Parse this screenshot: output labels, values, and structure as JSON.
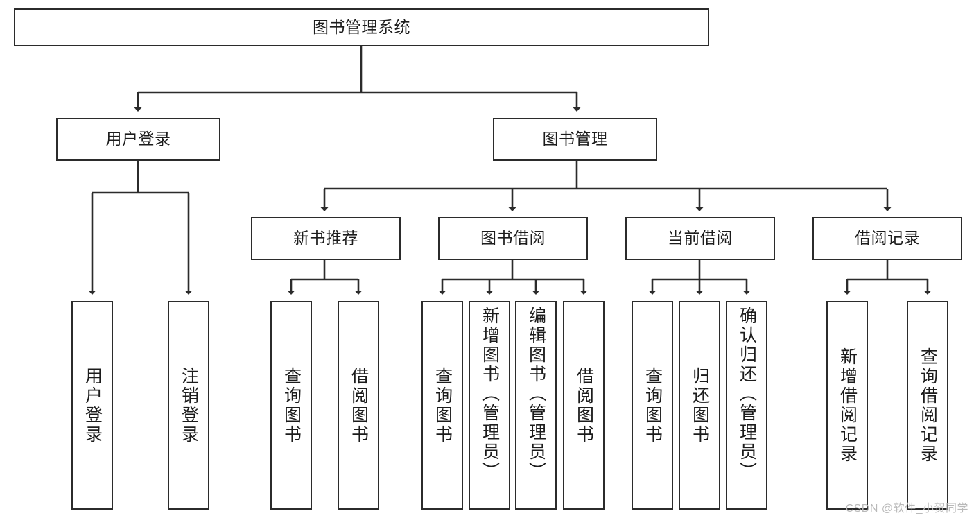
{
  "diagram": {
    "title": "图书管理系统",
    "type": "tree-hierarchy",
    "colors": {
      "box_border": "#2b2b2b",
      "box_fill": "#ffffff",
      "connector": "#2b2b2b",
      "text": "#1c1c1c",
      "background": "#ffffff",
      "watermark": "#b9b9b9"
    },
    "root": {
      "label": "图书管理系统"
    },
    "level1": [
      {
        "label": "用户登录"
      },
      {
        "label": "图书管理"
      }
    ],
    "level2": [
      {
        "label": "新书推荐"
      },
      {
        "label": "图书借阅"
      },
      {
        "label": "当前借阅"
      },
      {
        "label": "借阅记录"
      }
    ],
    "leaves": {
      "user_login": [
        {
          "label": "用户登录"
        },
        {
          "label": "注销登录"
        }
      ],
      "new_book_recommend": [
        {
          "label": "查询图书"
        },
        {
          "label": "借阅图书"
        }
      ],
      "book_borrow": [
        {
          "label": "查询图书"
        },
        {
          "label": "新增图书（管理员）"
        },
        {
          "label": "编辑图书（管理员）"
        },
        {
          "label": "借阅图书"
        }
      ],
      "current_borrow": [
        {
          "label": "查询图书"
        },
        {
          "label": "归还图书"
        },
        {
          "label": "确认归还（管理员）"
        }
      ],
      "borrow_record": [
        {
          "label": "新增借阅记录"
        },
        {
          "label": "查询借阅记录"
        }
      ]
    }
  },
  "watermark": {
    "text": "CSDN @软件_小贺同学"
  }
}
